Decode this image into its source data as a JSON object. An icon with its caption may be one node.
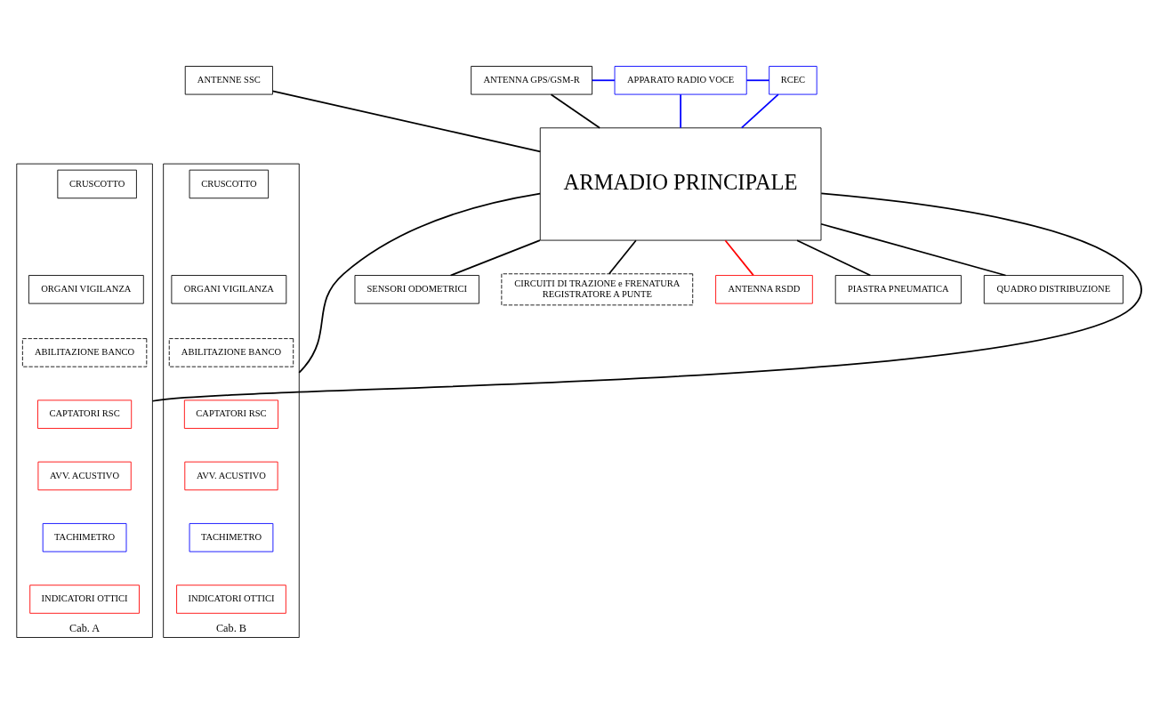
{
  "diagram": {
    "nodes": [
      {
        "text": [
          "ANTENNE SSC"
        ]
      },
      {
        "text": [
          "ANTENNA GPS/GSM-R"
        ]
      },
      {
        "text": [
          "RCEC"
        ]
      },
      {
        "text": [
          "APPARATO RADIO VOCE"
        ]
      },
      {
        "text": [
          "ARMADIO PRINCIPALE"
        ]
      },
      {
        "text": [
          "Cab. A"
        ]
      },
      {
        "text": [
          "CRUSCOTTO"
        ],
        "in": 5
      },
      {
        "text": [
          "ORGANI VIGILANZA"
        ],
        "in": 5
      },
      {
        "text": [
          "ABILITAZIONE BANCO"
        ],
        "in": 5
      },
      {
        "text": [
          "CAPTATORI RSC"
        ],
        "in": 5
      },
      {
        "text": [
          "AVV. ACUSTIVO"
        ],
        "in": 5
      },
      {
        "text": [
          "TACHIMETRO"
        ],
        "in": 5
      },
      {
        "text": [
          "INDICATORI OTTICI"
        ],
        "in": 5
      },
      {
        "text": [
          "Cab. B"
        ]
      },
      {
        "text": [
          "CRUSCOTTO"
        ],
        "in": 13
      },
      {
        "text": [
          "ORGANI VIGILANZA"
        ],
        "in": 13
      },
      {
        "text": [
          "ABILITAZIONE BANCO"
        ],
        "in": 13
      },
      {
        "text": [
          "CAPTATORI RSC"
        ],
        "in": 13
      },
      {
        "text": [
          "AVV. ACUSTIVO"
        ],
        "in": 13
      },
      {
        "text": [
          "TACHIMETRO"
        ],
        "in": 13
      },
      {
        "text": [
          "INDICATORI OTTICI"
        ],
        "in": 13
      },
      {
        "text": [
          "SENSORI ODOMETRICI"
        ]
      },
      {
        "text": [
          "CIRCUITI DI TRAZIONE e FRENATURA",
          "REGISTRATORE A PUNTE"
        ]
      },
      {
        "text": [
          "ANTENNA RSDD"
        ]
      },
      {
        "text": [
          "PIASTRA PNEUMATICA"
        ]
      },
      {
        "text": [
          "QUADRO DISTRIBUZIONE"
        ]
      }
    ],
    "edges": [
      {
        "from": 0,
        "to": 4,
        "arrow": "none"
      },
      {
        "from": 1,
        "to": 4,
        "arrow": "none"
      },
      {
        "from": 1,
        "to": 3,
        "arrow": "none",
        "color": "#0000ff"
      },
      {
        "from": 2,
        "to": 3,
        "arrow": "none",
        "color": "#0000ff"
      },
      {
        "from": 2,
        "to": 4,
        "arrow": "none",
        "color": "#0000ff"
      },
      {
        "from": 3,
        "to": 4,
        "arrow": "none",
        "color": "#0000ff"
      },
      {
        "from": 5,
        "to": 4,
        "arrow": "none"
      },
      {
        "from": 4,
        "to": 13,
        "arrow": "none"
      },
      {
        "from": 4,
        "to": 21,
        "arrow": "none"
      },
      {
        "from": 4,
        "to": 22,
        "arrow": "none"
      },
      {
        "from": 4,
        "to": 23,
        "arrow": "none",
        "color": "#ff0000"
      },
      {
        "from": 4,
        "to": 25,
        "arrow": "none"
      },
      {
        "from": 4,
        "to": 24,
        "arrow": "none"
      }
    ]
  }
}
